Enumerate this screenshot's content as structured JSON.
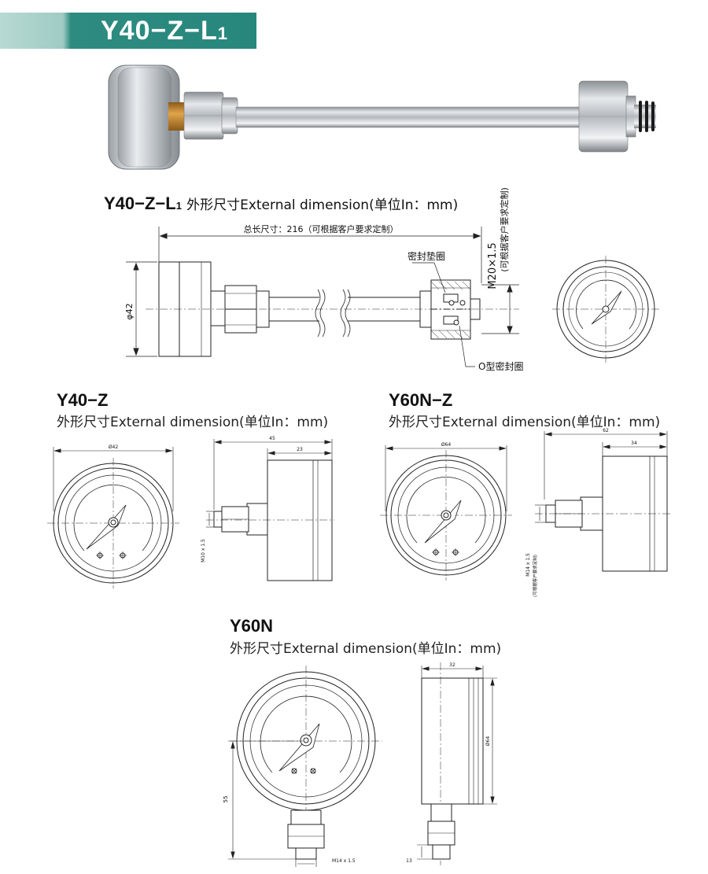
{
  "banner": {
    "model": "Y40−Z−L",
    "model_sub": "1"
  },
  "sections": {
    "l1": {
      "title": "Y40−Z−L",
      "title_sub": "1",
      "subtitle": "外形尺寸External dimension(单位In：mm)",
      "total_length": "总长尺寸：216（可根据客户要求定制）",
      "diameter": "φ42",
      "thread": "M20×1.5",
      "thread_note": "(可根据客户要求定制)",
      "seal_gasket": "密封垫圈",
      "o_ring": "O型密封圈"
    },
    "y40z": {
      "title": "Y40−Z",
      "subtitle": "外形尺寸External dimension(单位In：mm)",
      "diameter": "Ø42",
      "depth_total": "45",
      "depth_case": "23",
      "thread": "M10 x 1.5"
    },
    "y60nz": {
      "title": "Y60N−Z",
      "subtitle": "外形尺寸External dimension(单位In：mm)",
      "diameter": "Ø64",
      "depth_total": "62",
      "depth_case": "34",
      "thread": "M14 x 1.5",
      "thread_note": "(可根据客户要求定制)"
    },
    "y60n": {
      "title": "Y60N",
      "subtitle": "外形尺寸External dimension(单位In：mm)",
      "height": "55",
      "thread": "M14 x 1.5",
      "depth": "32",
      "diameter": "Ø64",
      "stem": "13"
    }
  },
  "colors": {
    "banner": "#27877d",
    "banner_light": "#a9d2cb",
    "line": "#222222"
  }
}
